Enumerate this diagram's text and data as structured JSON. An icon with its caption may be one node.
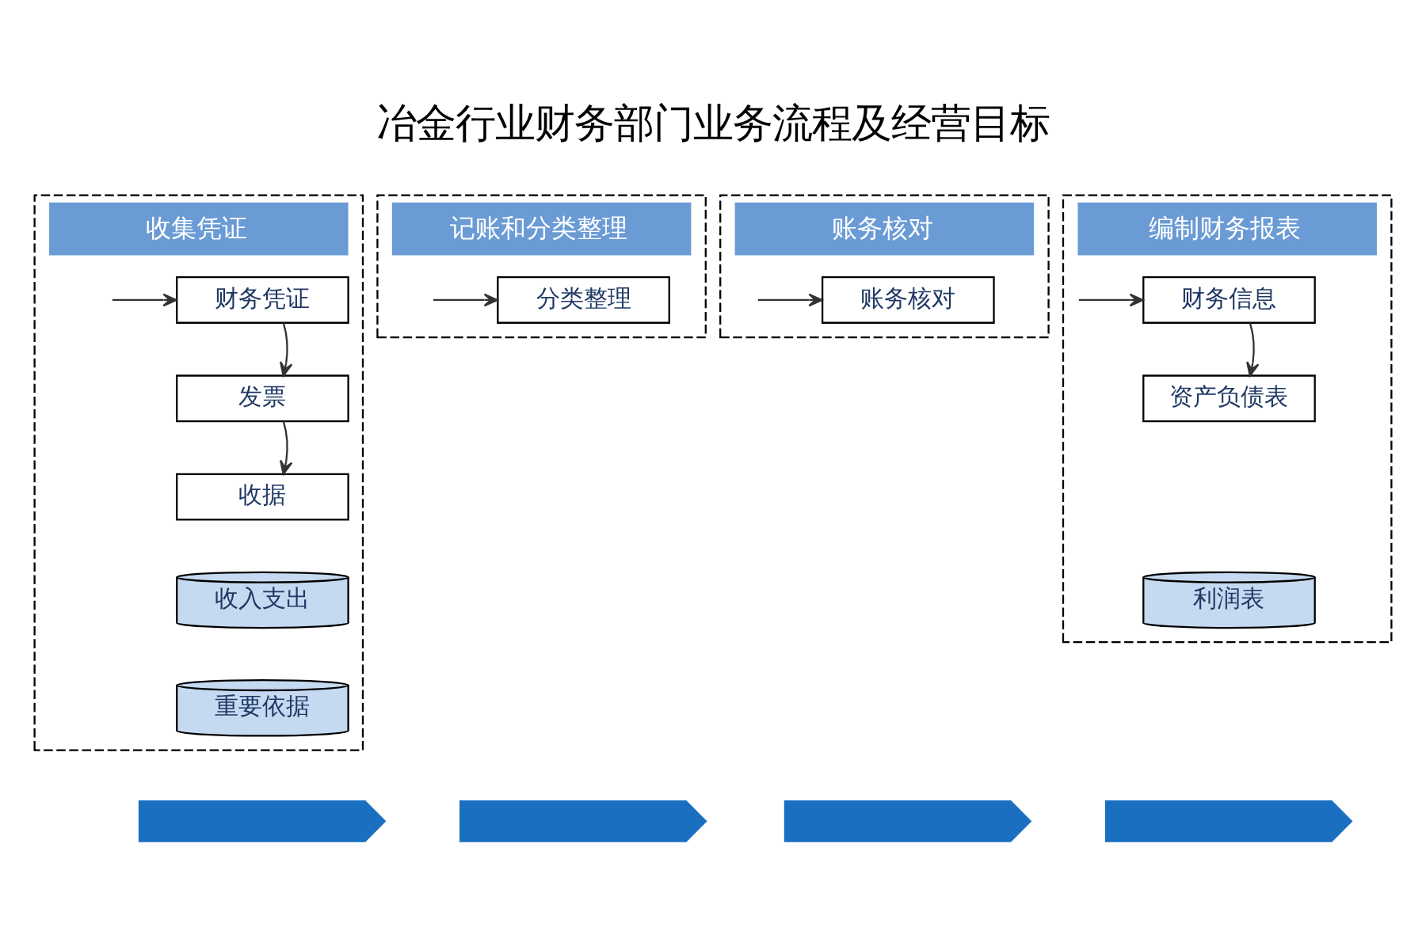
{
  "diagram": {
    "title": "冶金行业财务部门业务流程及经营目标",
    "nodes": [
      {
        "text": [
          "收集凭证"
        ]
      },
      {
        "text": [
          "财务凭证"
        ],
        "in": 0
      },
      {
        "text": [
          "发票"
        ],
        "in": 0
      },
      {
        "text": [
          "收据"
        ],
        "in": 0
      },
      {
        "text": [
          "收入支出"
        ],
        "in": 0
      },
      {
        "text": [
          "重要依据"
        ],
        "in": 0
      },
      {
        "text": [
          "记账和分类整理"
        ]
      },
      {
        "text": [
          "分类整理"
        ],
        "in": 6
      },
      {
        "text": [
          "账务核对"
        ]
      },
      {
        "text": [
          "账务核对"
        ],
        "in": 8
      },
      {
        "text": [
          "编制财务报表"
        ]
      },
      {
        "text": [
          "财务信息"
        ],
        "in": 10
      },
      {
        "text": [
          "资产负债表"
        ],
        "in": 10
      },
      {
        "text": [
          "利润表"
        ],
        "in": 10
      },
      {
        "text": [],
        "shape": "chevron"
      },
      {
        "text": [],
        "shape": "chevron"
      },
      {
        "text": [],
        "shape": "chevron"
      },
      {
        "text": [],
        "shape": "chevron"
      }
    ],
    "edges": [
      {
        "from": null,
        "to": 1,
        "arrow": "to"
      },
      {
        "from": 1,
        "to": 2,
        "arrow": "to"
      },
      {
        "from": 2,
        "to": 3,
        "arrow": "to"
      },
      {
        "from": null,
        "to": 7,
        "arrow": "to"
      },
      {
        "from": null,
        "to": 9,
        "arrow": "to"
      },
      {
        "from": null,
        "to": 11,
        "arrow": "to"
      },
      {
        "from": 11,
        "to": 12,
        "arrow": "to"
      }
    ]
  }
}
